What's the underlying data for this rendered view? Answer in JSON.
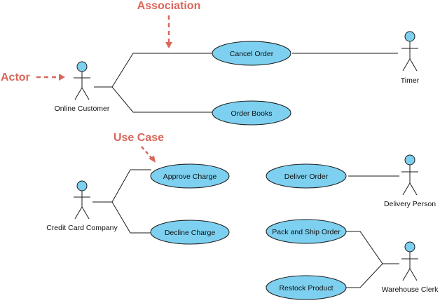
{
  "colors": {
    "usecase_fill": "#7dd0f0",
    "actor_head": "#7dd0f0",
    "stroke": "#1a1a1a",
    "annotation": "#d9665a"
  },
  "actors": {
    "online_customer": "Online Customer",
    "timer": "Timer",
    "credit_card_company": "Credit Card Company",
    "delivery_person": "Delivery Person",
    "warehouse_clerk": "Warehouse Clerk"
  },
  "use_cases": {
    "cancel_order": "Cancel Order",
    "order_books": "Order Books",
    "approve_charge": "Approve Charge",
    "decline_charge": "Decline Charge",
    "deliver_order": "Deliver Order",
    "pack_and_ship_order": "Pack and Ship Order",
    "restock_product": "Restock Product"
  },
  "annotations": {
    "association": "Association",
    "actor": "Actor",
    "use_case": "Use Case"
  }
}
